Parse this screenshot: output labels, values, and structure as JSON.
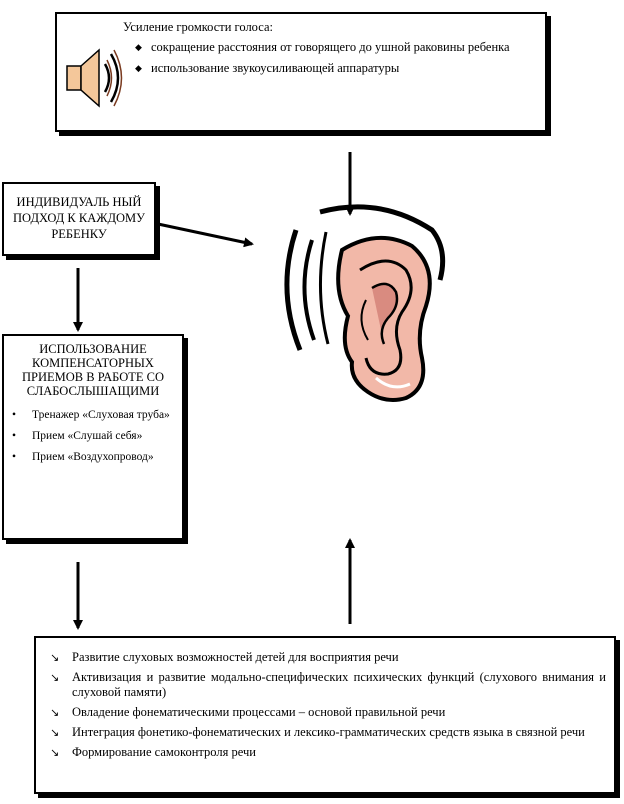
{
  "top_box": {
    "title": "Усиление громкости голоса:",
    "items": [
      "сокращение расстояния  от говорящего до ушной раковины ребенка",
      "использование звукоусиливающей аппаратуры"
    ]
  },
  "individual_box": {
    "text": "ИНДИВИДУАЛЬ НЫЙ ПОДХОД К КАЖДОМУ РЕБЕНКУ"
  },
  "compensatory_box": {
    "header": "ИСПОЛЬЗОВАНИЕ КОМПЕНСАТОРНЫХ ПРИЕМОВ В РАБОТЕ СО СЛАБОСЛЫШАЩИМИ",
    "items": [
      "Тренажер «Слуховая труба»",
      "Прием «Слушай себя»",
      "Прием «Воздухопровод»"
    ]
  },
  "bottom_box": {
    "items": [
      "Развитие слуховых возможностей детей для восприятия речи",
      "Активизация и развитие модально-специфических психических функций (слухового внимания и слуховой памяти)",
      "Овладение фонематическими процессами – основой правильной речи",
      "Интеграция фонетико-фонематических и лексико-грамматических средств языка в связной речи",
      "Формирование самоконтроля речи"
    ]
  },
  "icons": {
    "speaker": "speaker-sound-icon",
    "ear": "ear-icon"
  },
  "colors": {
    "ear_skin": "#f2b8a8",
    "ear_inner": "#d98b80",
    "outline": "#000000"
  }
}
